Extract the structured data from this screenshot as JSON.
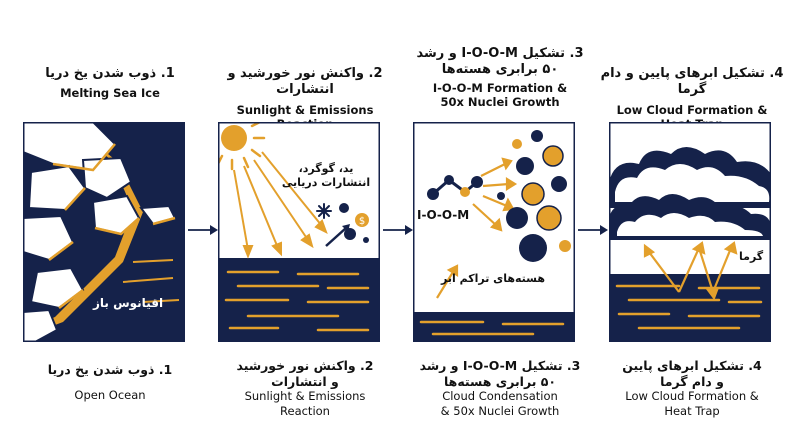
{
  "colors": {
    "navy": "#15224a",
    "orange": "#e3a02c",
    "white": "#ffffff"
  },
  "panels": [
    {
      "top": {
        "fa": "1. ذوب شدن یخ دریا",
        "en": [
          "Melting Sea Ice"
        ]
      },
      "labels": {
        "open_ocean": "اقیانوس باز"
      },
      "bottom": {
        "fa": [
          "1. ذوب شدن یخ دریا"
        ],
        "en": [
          "Open Ocean"
        ]
      }
    },
    {
      "top": {
        "fa": "2. واکنش نور خورشید و انتشارات",
        "en": [
          "Sunlight & Emissions",
          "Reaction"
        ]
      },
      "labels": {
        "emissions": [
          "ید، گوگرد،",
          "انتشارات دریایی"
        ]
      },
      "bottom": {
        "fa": [
          "2. واکنش نور خورشید",
          "و انتشارات"
        ],
        "en": [
          "Sunlight & Emissions",
          "Reaction"
        ]
      }
    },
    {
      "top": {
        "fa": "3. تشکیل I-O-O-M و رشد ۵۰ برابری هسته‌ها",
        "en": [
          "I-O-O-M Formation &",
          "50x Nuclei Growth"
        ]
      },
      "labels": {
        "molecule": "I-O-O-M",
        "nuclei": "هسته‌های تراکم ابر"
      },
      "bottom": {
        "fa": [
          "3. تشکیل I-O-O-M و رشد",
          "۵۰ برابری هسته‌ها"
        ],
        "en": [
          "Cloud Condensation",
          "& 50x Nuclei Growth"
        ]
      }
    },
    {
      "top": {
        "fa": "4. تشکیل ابرهای پایین و دام گرما",
        "en": [
          "Low Cloud Formation &",
          "Heat Trap"
        ]
      },
      "labels": {
        "heat": "گرما"
      },
      "bottom": {
        "fa": [
          "4. تشکیل ابرهای پایین",
          "و دام گرما"
        ],
        "en": [
          "Low Cloud Formation &",
          "Heat Trap"
        ]
      }
    }
  ]
}
